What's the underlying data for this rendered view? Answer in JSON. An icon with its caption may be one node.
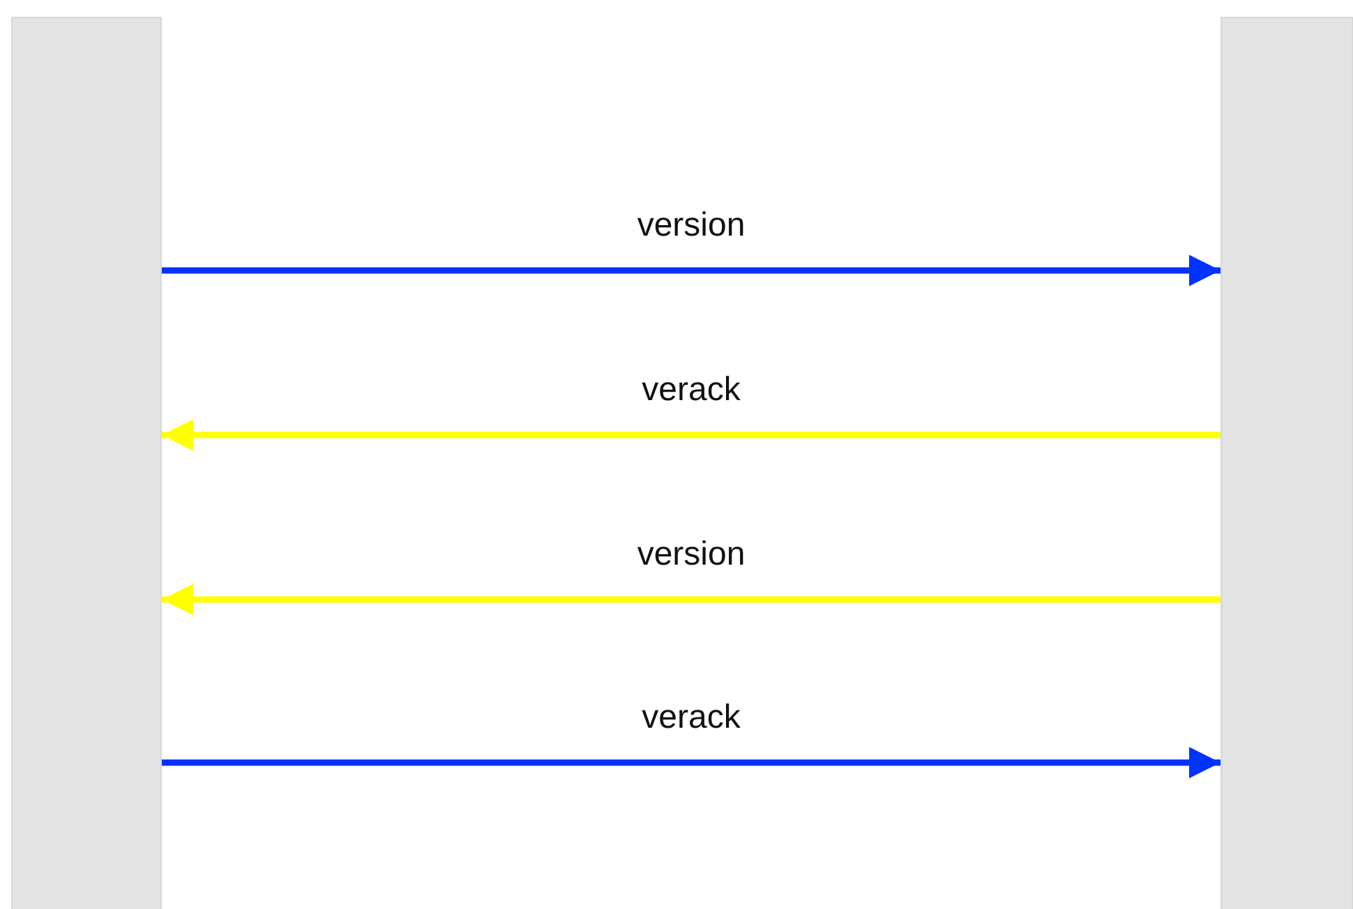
{
  "diagram": {
    "nodes": [
      {
        "text": [],
        "shape": "bar"
      },
      {
        "text": [],
        "shape": "bar"
      }
    ],
    "edges": [
      {
        "from": 0,
        "to": 1,
        "arrow": "to",
        "label": "version",
        "color": "#0033ff"
      },
      {
        "from": 1,
        "to": 0,
        "arrow": "to",
        "label": "verack",
        "color": "#ffff00"
      },
      {
        "from": 1,
        "to": 0,
        "arrow": "to",
        "label": "version",
        "color": "#ffff00"
      },
      {
        "from": 0,
        "to": 1,
        "arrow": "to",
        "label": "verack",
        "color": "#0033ff"
      }
    ]
  }
}
